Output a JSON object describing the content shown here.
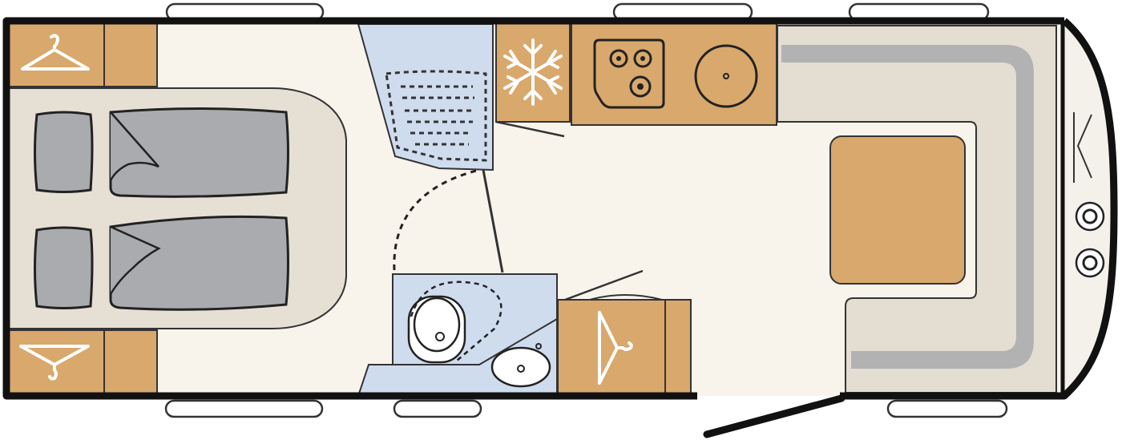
{
  "diagram": {
    "type": "caravan-floor-plan",
    "colors": {
      "wall": "#111111",
      "floor": "#f8f4ec",
      "furniture_wood": "#d9a86c",
      "bed_frame": "#e6dfd4",
      "mattress": "#a9abae",
      "washroom": "#cfdcee",
      "seating_cushion": "#e3ddd2",
      "seating_back": "#b2b2b2",
      "window": "#ffffff",
      "symbol_white": "#ffffff"
    },
    "features": [
      {
        "name": "wardrobe-front-left",
        "icon": "coat-hanger-icon"
      },
      {
        "name": "wardrobe-rear-left",
        "icon": "coat-hanger-icon"
      },
      {
        "name": "twin-single-beds",
        "icon": "bed-icon"
      },
      {
        "name": "shower",
        "icon": "shower-tray-icon"
      },
      {
        "name": "washroom",
        "icon": "toilet-icon"
      },
      {
        "name": "fridge",
        "icon": "snowflake-icon"
      },
      {
        "name": "kitchen",
        "icon": "stove-icon"
      },
      {
        "name": "u-shaped-dinette",
        "icon": "table-icon"
      },
      {
        "name": "wardrobe-entrance",
        "icon": "coat-hanger-icon"
      },
      {
        "name": "entrance-door",
        "icon": "door-icon"
      },
      {
        "name": "drawbar-with-gas-bottles",
        "icon": "gas-bottle-icon"
      }
    ]
  }
}
